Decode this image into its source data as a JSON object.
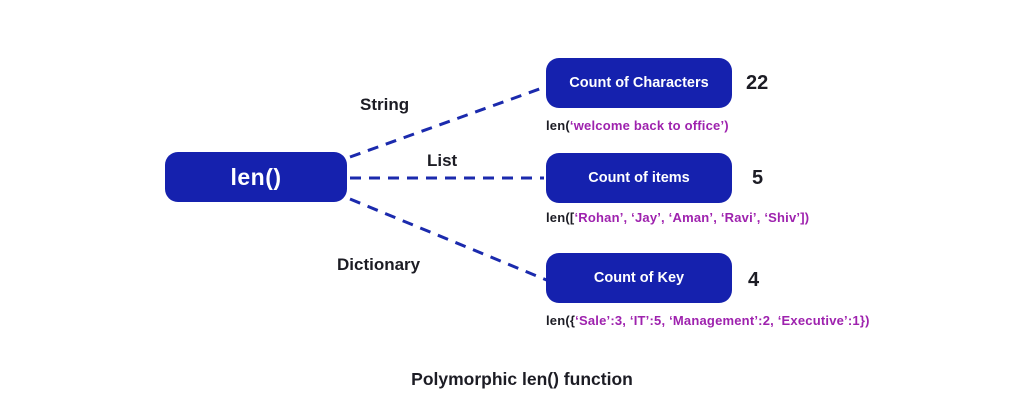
{
  "colors": {
    "node_blue": "#1521ae",
    "connector_blue": "#1b2aad",
    "code_purple": "#9e22ae",
    "text_dark": "#1c1c24",
    "background": "#ffffff"
  },
  "root": {
    "label": "len()"
  },
  "branches": [
    {
      "type_label": "String",
      "box_label": "Count of Characters",
      "result": "22",
      "code": {
        "prefix": "len(",
        "arg": "‘welcome back to office’)"
      }
    },
    {
      "type_label": "List",
      "box_label": "Count of items",
      "result": "5",
      "code": {
        "prefix": "len([",
        "arg": "‘Rohan’, ‘Jay’, ‘Aman’, ‘Ravi’, ‘Shiv’])"
      }
    },
    {
      "type_label": "Dictionary",
      "box_label": "Count of Key",
      "result": "4",
      "code": {
        "prefix": "len({",
        "arg": "‘Sale’:3, ‘IT’:5, ‘Management’:2, ‘Executive’:1})"
      }
    }
  ],
  "caption": "Polymorphic len() function"
}
